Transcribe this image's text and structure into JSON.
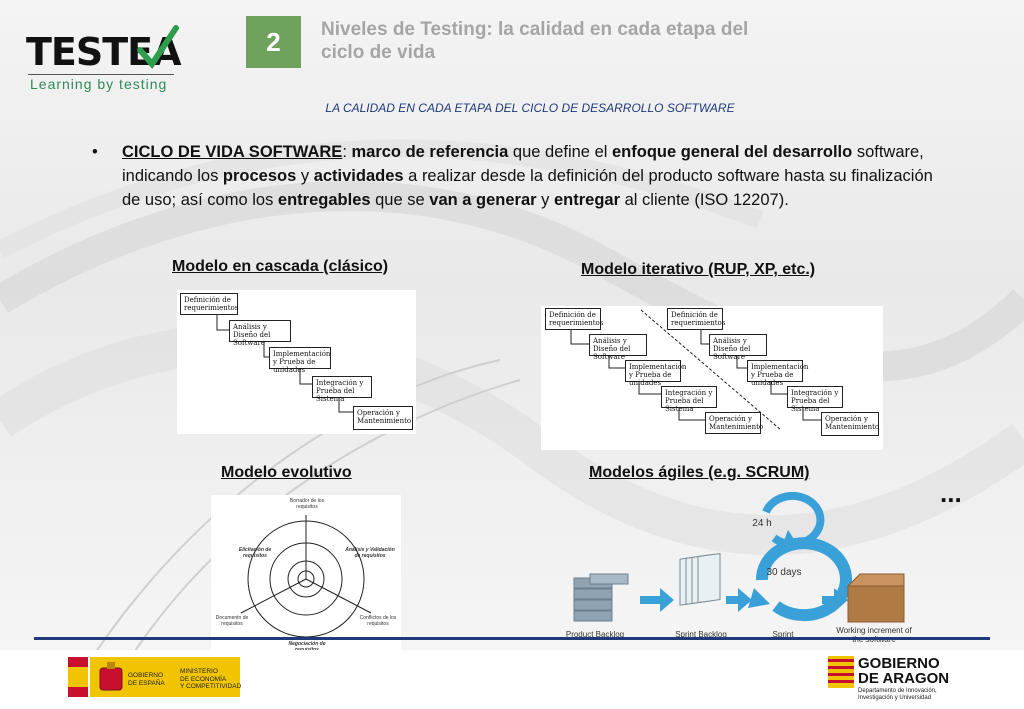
{
  "logo": {
    "name": "TESTEA",
    "tagline": "Learning by testing"
  },
  "header": {
    "number": "2",
    "title": "Niveles de Testing: la calidad en cada etapa del ciclo de vida"
  },
  "subtitle": "LA CALIDAD EN CADA ETAPA DEL CICLO DE DESARROLLO SOFTWARE",
  "bullet": {
    "term": "CICLO DE VIDA SOFTWARE",
    "t1": ": ",
    "b1": "marco de referencia",
    "t2": " que define el ",
    "b2": "enfoque general del desarrollo",
    "t3": " software, indicando los ",
    "b3": "procesos",
    "t4": " y ",
    "b4": "actividades",
    "t5": " a realizar desde la definición del producto software hasta su finalización de uso; así como los ",
    "b5": "entregables",
    "t6": " que se ",
    "b6": "van a generar",
    "t7": " y ",
    "b7": "entregar",
    "t8": " al cliente (ISO 12207)."
  },
  "models": {
    "cascade": {
      "heading": "Modelo en cascada (clásico)",
      "steps": [
        "Definición de requerimientos",
        "Análisis y Diseño del Software",
        "Implementación y Prueba de unidades",
        "Integración y Prueba del Sistema",
        "Operación y Mantenimiento"
      ]
    },
    "iterative": {
      "heading": "Modelo iterativo (RUP, XP, etc.)",
      "steps": [
        "Definición de requerimientos",
        "Análisis y Diseño del Software",
        "Implementación y Prueba de unidades",
        "Integración y Prueba del Sistema",
        "Operación y Mantenimiento"
      ]
    },
    "evolutive": {
      "heading": "Modelo evolutivo",
      "labels": [
        "Borrador de los requisitos",
        "Análisis y Validación de requisitos",
        "Conflictos de los requisitos",
        "Negociación de requisitos",
        "Documento de requisitos",
        "Elicitación de requisitos"
      ]
    },
    "agile": {
      "heading": "Modelos ágiles (e.g. SCRUM)",
      "daily": "24 h",
      "sprint_len": "30 days",
      "labels": [
        "Product Backlog",
        "Sprint Backlog",
        "Sprint",
        "Working increment of the software"
      ]
    }
  },
  "ellipsis": "...",
  "footer": {
    "spain": [
      "GOBIERNO",
      "DE ESPAÑA"
    ],
    "ministry": [
      "MINISTERIO",
      "DE ECONOMÍA",
      "Y COMPETITIVIDAD"
    ],
    "aragon": [
      "GOBIERNO",
      "DE ARAGON"
    ],
    "aragon_dept": [
      "Departamento de Innovación,",
      "Investigación y Universidad"
    ]
  },
  "colors": {
    "accent_green": "#6fa25c",
    "navy": "#1f3a7a",
    "agile_blue": "#3aa0d8"
  }
}
